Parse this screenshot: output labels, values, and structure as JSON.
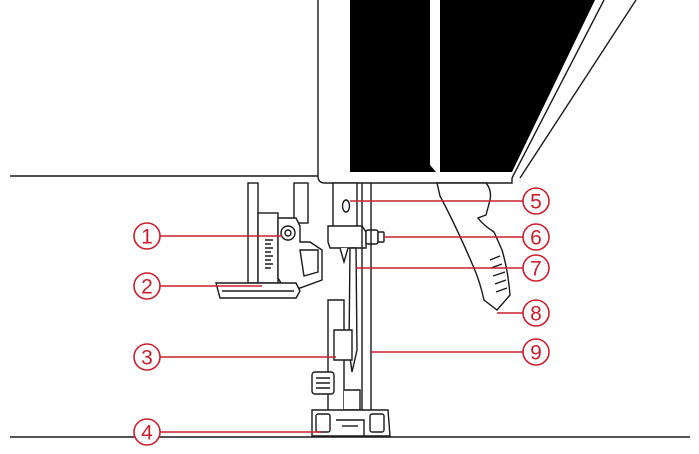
{
  "callouts": [
    {
      "id": "1",
      "label": "1"
    },
    {
      "id": "2",
      "label": "2"
    },
    {
      "id": "3",
      "label": "3"
    },
    {
      "id": "4",
      "label": "4"
    },
    {
      "id": "5",
      "label": "5"
    },
    {
      "id": "6",
      "label": "6"
    },
    {
      "id": "7",
      "label": "7"
    },
    {
      "id": "8",
      "label": "8"
    },
    {
      "id": "9",
      "label": "9"
    }
  ],
  "colors": {
    "callout": "#c8202f",
    "outline": "#1a1a1a",
    "panel": "#000000",
    "background": "#ffffff"
  }
}
